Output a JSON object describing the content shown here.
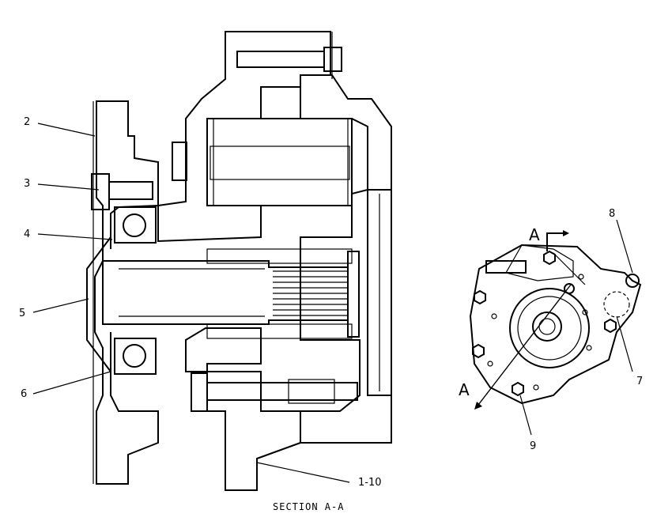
{
  "diagram": {
    "caption": "SECTION A-A",
    "callouts": {
      "c2": "2",
      "c3": "3",
      "c4": "4",
      "c5": "5",
      "c6": "6",
      "c7": "7",
      "c8": "8",
      "c9": "9",
      "c1_10": "1-10"
    },
    "section_marks": {
      "top": "A",
      "bottom": "A"
    }
  }
}
